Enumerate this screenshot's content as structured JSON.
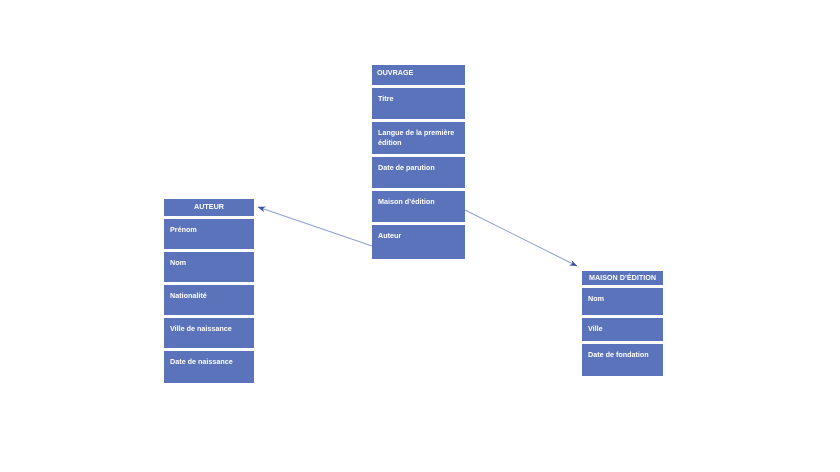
{
  "diagram": {
    "entities": [
      {
        "id": "ouvrage",
        "title": "OUVRAGE",
        "fields": [
          "Titre",
          "Langue de la première édition",
          "Date de parution",
          "Maison d’édition",
          "Auteur"
        ]
      },
      {
        "id": "auteur",
        "title": "AUTEUR",
        "fields": [
          "Prénom",
          "Nom",
          "Nationalité",
          "Ville de naissance",
          "Date de naissance"
        ]
      },
      {
        "id": "maison-edition",
        "title": "MAISON D’ÉDITION",
        "fields": [
          "Nom",
          "Ville",
          "Date de fondation"
        ]
      }
    ],
    "relations": [
      {
        "from": "OUVRAGE.Auteur",
        "to": "AUTEUR"
      },
      {
        "from": "OUVRAGE.Maison d’édition",
        "to": "MAISON D’ÉDITION"
      }
    ],
    "colors": {
      "background": "#ffffff",
      "cell": "#5b73ba",
      "text": "#ffffff",
      "line": "#8fa0d0",
      "arrowhead": "#3b55a0"
    }
  }
}
